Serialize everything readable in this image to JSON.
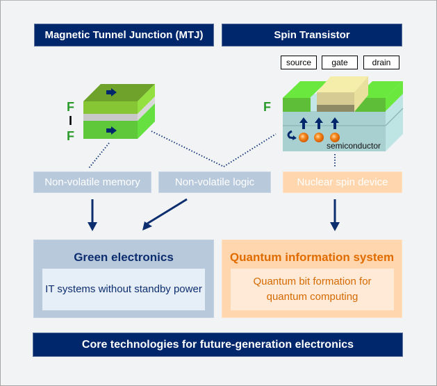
{
  "headers": {
    "mtj": "Magnetic Tunnel Junction (MTJ)",
    "spin_transistor": "Spin Transistor",
    "bottom_banner": "Core technologies for future-generation electronics"
  },
  "mtj_layers": {
    "top": "F",
    "middle": "I",
    "bottom": "F"
  },
  "transistor": {
    "terminals": [
      "source",
      "gate",
      "drain"
    ],
    "ferromagnet_label": "F",
    "substrate_label": "semiconductor"
  },
  "applications": [
    {
      "label": "Non-volatile memory",
      "color": "#b8c9dc"
    },
    {
      "label": "Non-volatile logic",
      "color": "#b8c9dc"
    },
    {
      "label": "Nuclear spin device",
      "color": "#ffd6ad"
    }
  ],
  "panels": {
    "green": {
      "title": "Green electronics",
      "body": "IT systems without standby power",
      "title_color": "#0d2e6e"
    },
    "quantum": {
      "title": "Quantum information system",
      "body_line1": "Quantum bit formation for",
      "body_line2": "quantum computing",
      "title_color": "#e06c00"
    }
  },
  "colors": {
    "navy": "#00266b",
    "green_layer": "#5ec83a",
    "insulator": "#c8c8c8",
    "semiconductor": "#a9d3d3",
    "gate": "#f3eca4",
    "electron": "#f07a10"
  }
}
